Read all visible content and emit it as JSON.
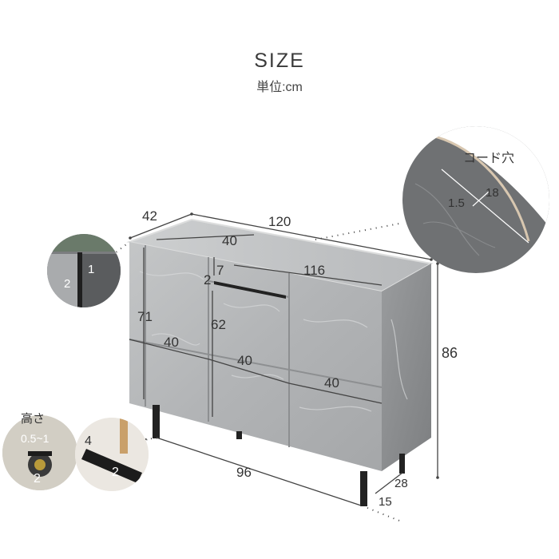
{
  "header": {
    "title": "SIZE",
    "unit": "単位:cm"
  },
  "dimensions": {
    "width": "120",
    "depth": "42",
    "height": "86",
    "door_width": "40",
    "inner_width": "116",
    "drawer_height": "7",
    "drawer_side": "2",
    "door_height": "71",
    "inner_height": "62",
    "lower_left": "40",
    "lower_mid": "40",
    "lower_right": "40",
    "leg_span": "96",
    "leg_depth": "28",
    "leg_offset": "15"
  },
  "callouts": {
    "cord_hole_label": "コード穴",
    "cord_hole_width": "18",
    "cord_hole_depth": "1.5",
    "top_thickness_height": "1",
    "top_thickness_width": "2",
    "adjuster_label": "高さ",
    "adjuster_range": "0.5~1",
    "adjuster_value": "2",
    "leg_height": "4",
    "leg_width": "2"
  },
  "colors": {
    "cabinet": "#b9bbbc",
    "cabinet_side": "#8f9193",
    "leg": "#222222"
  }
}
